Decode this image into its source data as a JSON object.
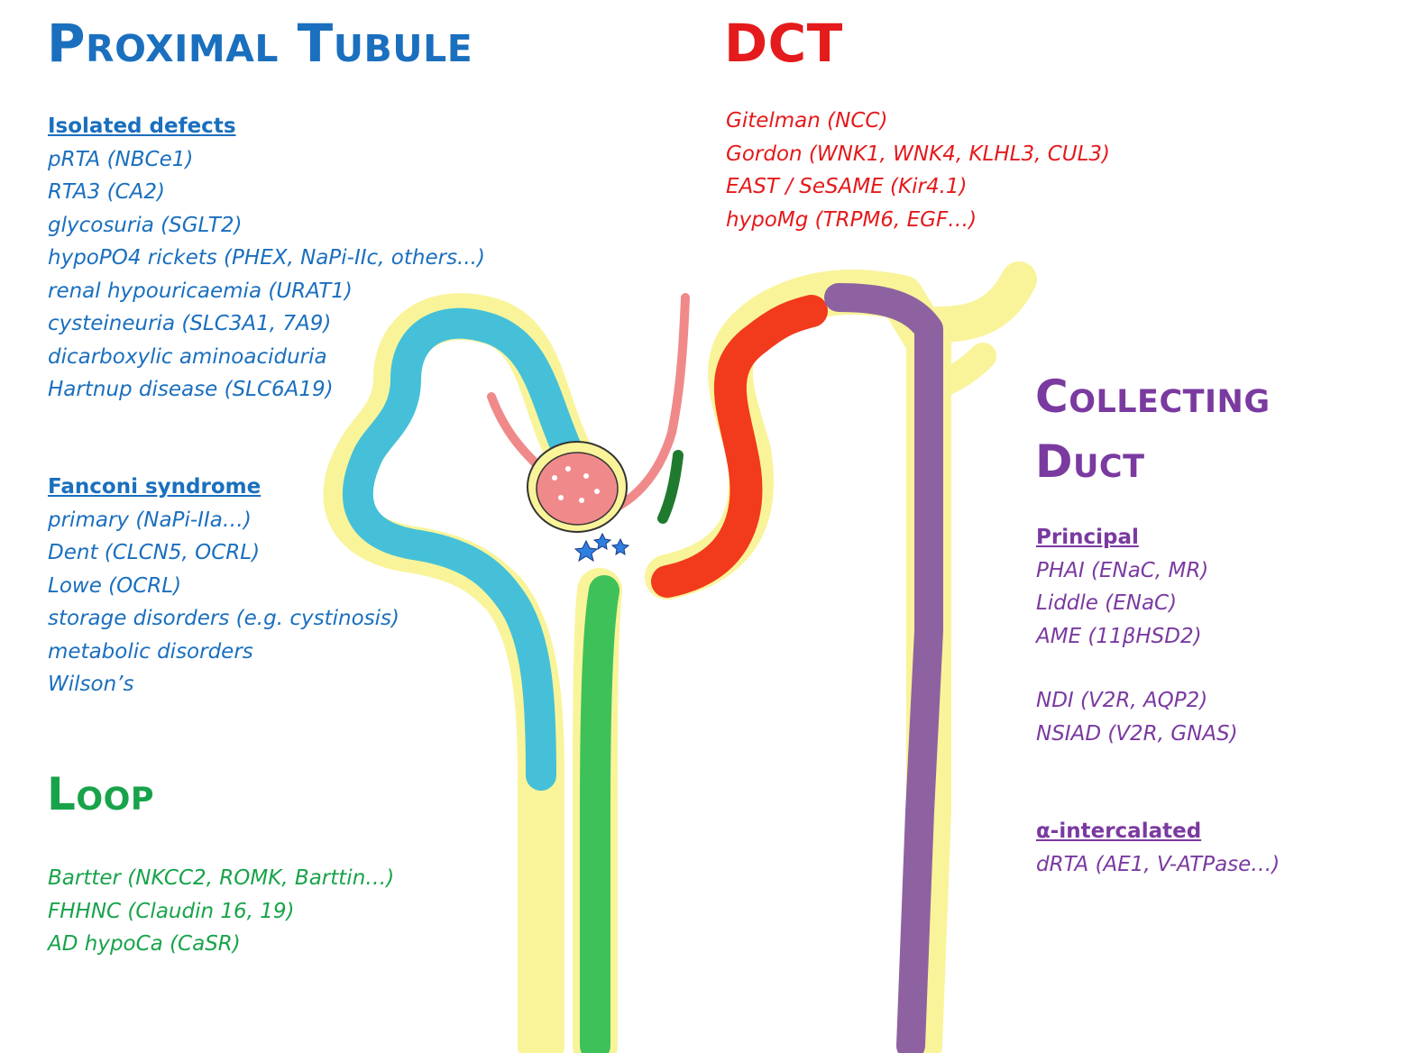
{
  "proximal": {
    "title": "Proximal Tubule",
    "isolated_heading": "Isolated defects",
    "isolated_items": [
      "pRTA (NBCe1)",
      "RTA3 (CA2)",
      "glycosuria (SGLT2)",
      "hypoPO4 rickets (PHEX, NaPi-IIc, others...)",
      "renal hypouricaemia (URAT1)",
      "cysteineuria (SLC3A1, 7A9)",
      "dicarboxylic aminoaciduria",
      "Hartnup disease (SLC6A19)"
    ],
    "fanconi_heading": "Fanconi syndrome",
    "fanconi_items": [
      "primary (NaPi-IIa…)",
      "Dent (CLCN5, OCRL)",
      "Lowe (OCRL)",
      "storage disorders (e.g. cystinosis)",
      "metabolic disorders",
      "Wilson’s"
    ]
  },
  "dct": {
    "title": "DCT",
    "items": [
      "Gitelman (NCC)",
      "Gordon (WNK1, WNK4, KLHL3, CUL3)",
      "EAST / SeSAME (Kir4.1)",
      "hypoMg (TRPM6, EGF…)"
    ]
  },
  "loop": {
    "title": "Loop",
    "items": [
      "Bartter (NKCC2, ROMK, Barttin…)",
      "FHHNC (Claudin 16, 19)",
      "AD hypoCa (CaSR)"
    ]
  },
  "collecting": {
    "title_line1": "Collecting",
    "title_line2": "Duct",
    "principal_heading": "Principal",
    "principal_items": [
      "PHAI (ENaC, MR)",
      "Liddle (ENaC)",
      "AME (11βHSD2)"
    ],
    "principal_items_2": [
      "NDI (V2R, AQP2)",
      "NSIAD (V2R, GNAS)"
    ],
    "alpha_heading": "α-intercalated",
    "alpha_items": [
      "dRTA (AE1, V-ATPase…)"
    ]
  },
  "colors": {
    "proximal": "#1a6fbe",
    "dct": "#e41a1c",
    "loop": "#18a34a",
    "collecting": "#7a3aa0",
    "tubule_blue": "#45c0d8",
    "tubule_red": "#f23a1c",
    "tubule_green": "#3fc15a",
    "tubule_purple": "#8e62a0",
    "tubule_outline": "#f9f49a",
    "glomerulus": "#f08a8a"
  }
}
